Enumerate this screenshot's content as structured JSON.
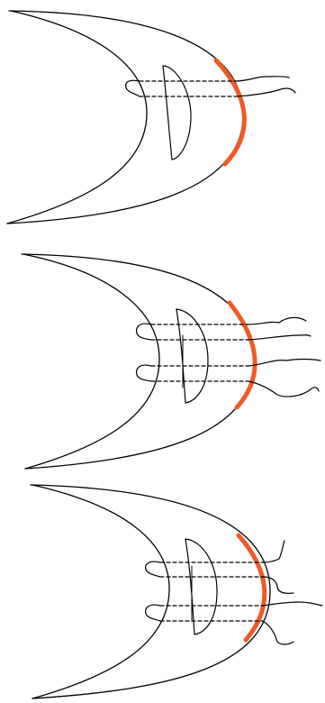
{
  "figure": {
    "colors": {
      "line": "#000000",
      "accent": "#f15a24",
      "background": "#ffffff"
    },
    "panels": [
      {
        "id": "panel-1",
        "suture_count": 1,
        "dashed_pass_count": 2
      },
      {
        "id": "panel-2",
        "suture_count": 2,
        "dashed_pass_count": 4
      },
      {
        "id": "panel-3",
        "suture_count": 2,
        "dashed_pass_count": 4
      }
    ]
  }
}
